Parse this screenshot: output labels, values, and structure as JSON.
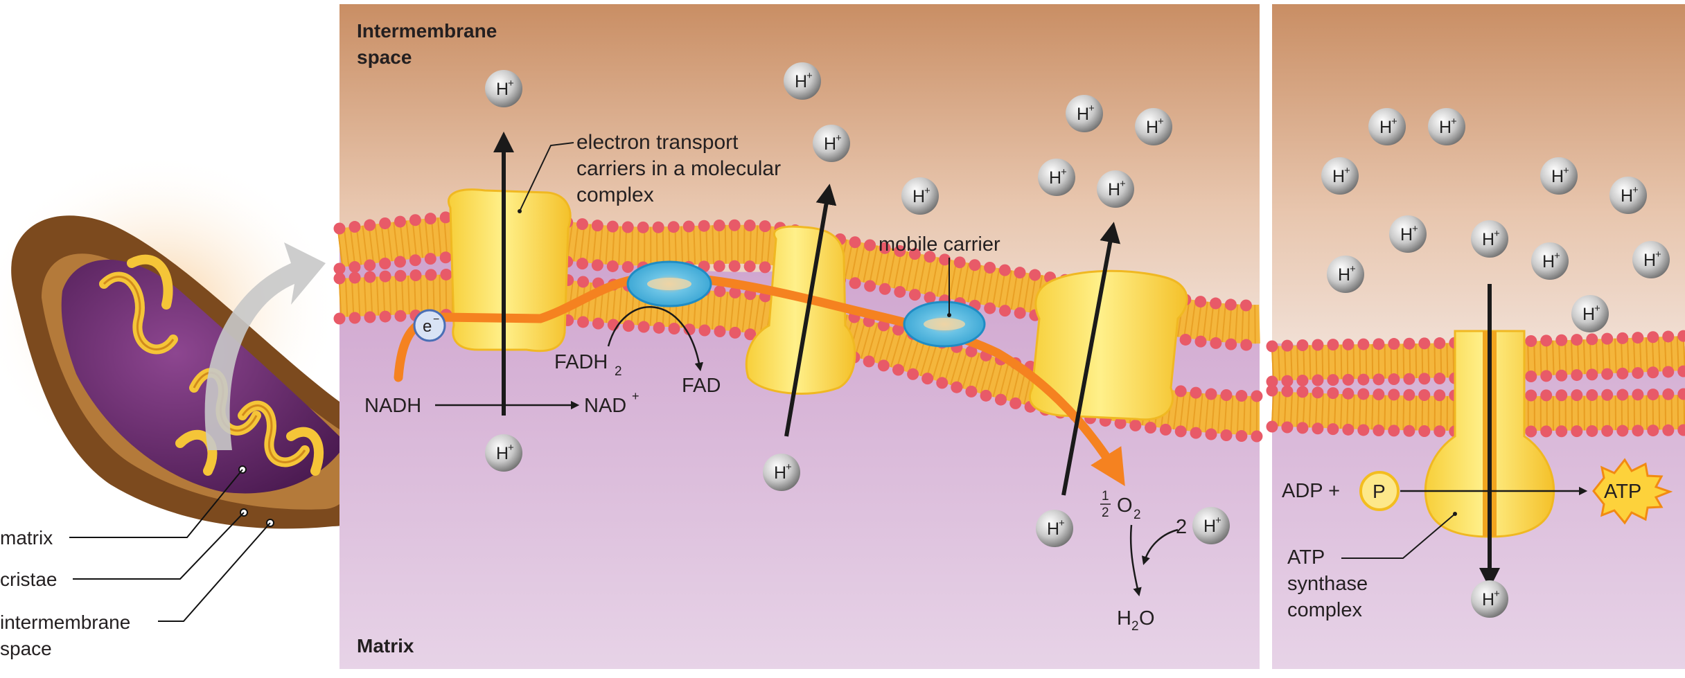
{
  "labels": {
    "intermembrane_space_1": "Intermembrane",
    "intermembrane_space_2": "space",
    "matrix_region": "Matrix",
    "etc_callout_1": "electron transport",
    "etc_callout_2": "carriers in a molecular",
    "etc_callout_3": "complex",
    "mobile_carrier": "mobile carrier",
    "nadh": "NADH",
    "nad": "NAD",
    "nad_sup": "+",
    "fadh2": "FADH",
    "fadh2_sub": "2",
    "fad": "FAD",
    "electron": "e",
    "electron_sup": "−",
    "half_num": "1",
    "half_den": "2",
    "o2": "O",
    "o2_sub": "2",
    "two": "2",
    "h2o_h": "H",
    "h2o_sub": "2",
    "h2o_o": "O",
    "adp": "ADP +",
    "phosphate": "P",
    "atp": "ATP",
    "atp_synthase_1": "ATP",
    "atp_synthase_2": "synthase",
    "atp_synthase_3": "complex",
    "mito_matrix": "matrix",
    "mito_cristae": "cristae",
    "mito_ims_1": "intermembrane",
    "mito_ims_2": "space"
  },
  "ion": {
    "symbol": "H",
    "charge": "+"
  },
  "colors": {
    "intermembrane_top": "#c98d62",
    "intermembrane_bottom": "#f1e0d6",
    "matrix_top": "#c08bbf",
    "matrix_bottom": "#e6d1e6",
    "lipid_head": "#e86a74",
    "lipid_tail": "#f2b233",
    "protein": "#fbdc55",
    "electron_path": "#f58220",
    "mobile_carrier": "#4db5e0",
    "mito_outer": "#7a4a1d",
    "mito_inner": "#6b2a6e"
  }
}
